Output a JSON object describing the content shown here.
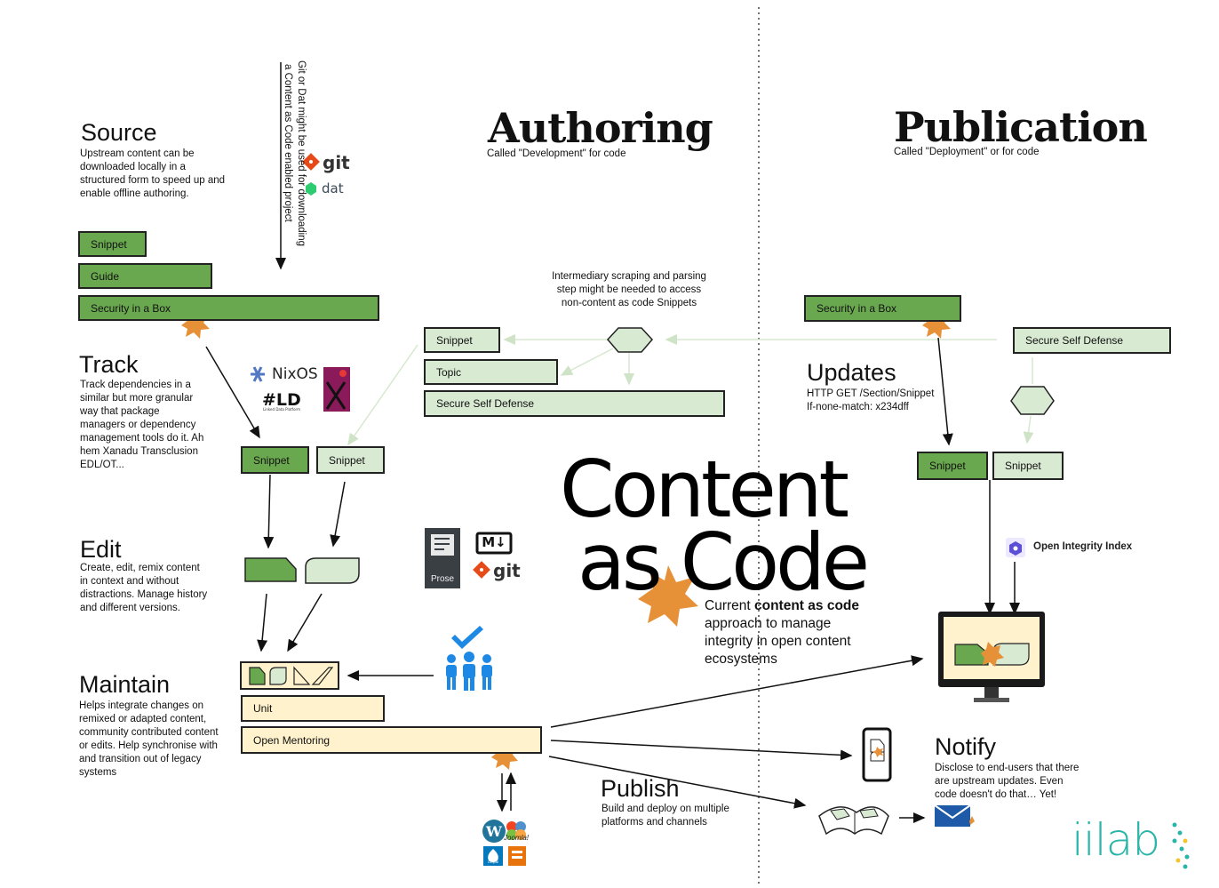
{
  "sections": {
    "source": {
      "title": "Source",
      "desc": [
        "Upstream content can be",
        "downloaded locally in a",
        "structured form to speed up and",
        "enable offline authoring."
      ]
    },
    "track": {
      "title": "Track",
      "desc": [
        "Track dependencies in a",
        "similar but more granular",
        "way that package",
        "managers or dependency",
        "management tools do it. Ah",
        "hem Xanadu Transclusion",
        "EDL/OT..."
      ]
    },
    "edit": {
      "title": "Edit",
      "desc": [
        "Create, edit, remix content",
        "in context and without",
        "distractions. Manage history",
        "and different versions."
      ]
    },
    "maintain": {
      "title": "Maintain",
      "desc": [
        "Helps integrate changes on",
        "remixed or adapted content,",
        "community contributed content",
        "or edits. Help synchronise with",
        "and transition out of legacy",
        "systems"
      ]
    },
    "publish": {
      "title": "Publish",
      "desc": [
        "Build and deploy on multiple",
        "platforms and channels"
      ]
    },
    "updates": {
      "title": "Updates",
      "desc": [
        "HTTP GET /Section/Snippet",
        "If-none-match: x234dff"
      ]
    },
    "notify": {
      "title": "Notify",
      "desc": [
        "Disclose to end-users that there",
        "are upstream updates. Even",
        "code doesn't do that… Yet!"
      ]
    }
  },
  "headings": {
    "authoring": "Authoring",
    "authoring_sub": "Called \"Development\" for code",
    "publication": "Publication",
    "publication_sub": "Called \"Deployment\" or for code"
  },
  "vertical_note": [
    "Git or Dat might be used for downloading",
    "a Content as Code enabled project"
  ],
  "scraping_note": [
    "Intermediary scraping and parsing",
    "step  might be needed to access",
    "non-content as code Snippets"
  ],
  "boxes": {
    "source_snippet": "Snippet",
    "source_guide": "Guide",
    "source_security": "Security in a Box",
    "track_snippet_a": "Snippet",
    "track_snippet_b": "Snippet",
    "auth_snippet": "Snippet",
    "auth_topic": "Topic",
    "auth_ssd": "Secure Self Defense",
    "pub_security": "Security in a Box",
    "pub_ssd": "Secure Self Defense",
    "pub_snippet_a": "Snippet",
    "pub_snippet_b": "Snippet",
    "unit": "Unit",
    "open_mentoring": "Open Mentoring"
  },
  "center": {
    "title_line1": "Content",
    "title_line2": "as Code",
    "caption_pre": "Current ",
    "caption_bold": "content as code",
    "caption_rest": [
      "approach to manage",
      "integrity in open content",
      "ecosystems"
    ]
  },
  "logos": {
    "git": "git",
    "dat": "dat",
    "nixos": "NixOS",
    "ld": "#LD",
    "ld_small": "Linked Data Platform",
    "prose": "Prose",
    "markdown": "M↓",
    "open_integrity": "Open Integrity Index",
    "iilab": "iilab",
    "joomla": "Joomla!",
    "drupal": "Drupal"
  },
  "colors": {
    "green": "#6aa84f",
    "light_green": "#d9ead3",
    "yellow": "#fff2cc",
    "star": "#e69138",
    "blue": "#1e88e5"
  }
}
